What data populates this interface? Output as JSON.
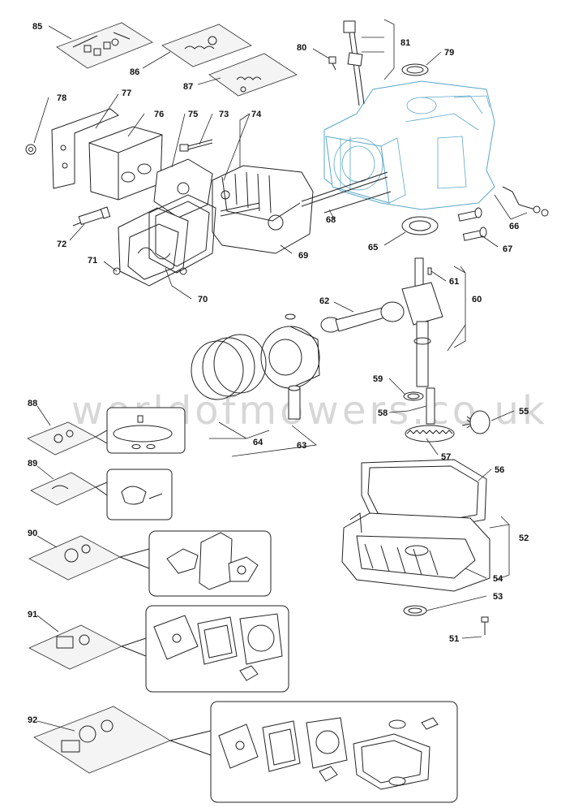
{
  "watermark": "worldofmowers.co.uk",
  "labels": [
    {
      "id": "85",
      "text": "85"
    },
    {
      "id": "86",
      "text": "86"
    },
    {
      "id": "87",
      "text": "87"
    },
    {
      "id": "80",
      "text": "80"
    },
    {
      "id": "81",
      "text": "81"
    },
    {
      "id": "79",
      "text": "79"
    },
    {
      "id": "78",
      "text": "78"
    },
    {
      "id": "77",
      "text": "77"
    },
    {
      "id": "76",
      "text": "76"
    },
    {
      "id": "75",
      "text": "75"
    },
    {
      "id": "73",
      "text": "73"
    },
    {
      "id": "74",
      "text": "74"
    },
    {
      "id": "72",
      "text": "72"
    },
    {
      "id": "68",
      "text": "68"
    },
    {
      "id": "66",
      "text": "66"
    },
    {
      "id": "67",
      "text": "67"
    },
    {
      "id": "65",
      "text": "65"
    },
    {
      "id": "71",
      "text": "71"
    },
    {
      "id": "69",
      "text": "69"
    },
    {
      "id": "70",
      "text": "70"
    },
    {
      "id": "62",
      "text": "62"
    },
    {
      "id": "61",
      "text": "61"
    },
    {
      "id": "60",
      "text": "60"
    },
    {
      "id": "59",
      "text": "59"
    },
    {
      "id": "88",
      "text": "88"
    },
    {
      "id": "58",
      "text": "58"
    },
    {
      "id": "55",
      "text": "55"
    },
    {
      "id": "64",
      "text": "64"
    },
    {
      "id": "63",
      "text": "63"
    },
    {
      "id": "57",
      "text": "57"
    },
    {
      "id": "89",
      "text": "89"
    },
    {
      "id": "56",
      "text": "56"
    },
    {
      "id": "90",
      "text": "90"
    },
    {
      "id": "52",
      "text": "52"
    },
    {
      "id": "54",
      "text": "54"
    },
    {
      "id": "53",
      "text": "53"
    },
    {
      "id": "91",
      "text": "91"
    },
    {
      "id": "51",
      "text": "51"
    },
    {
      "id": "92",
      "text": "92"
    }
  ]
}
